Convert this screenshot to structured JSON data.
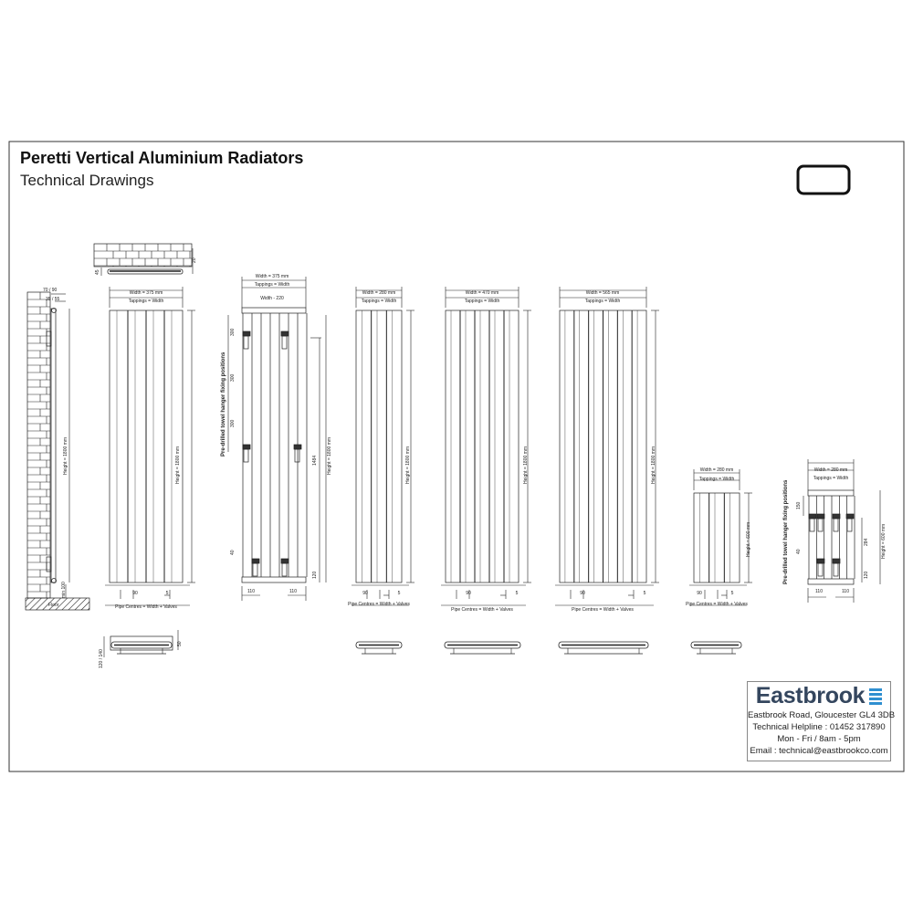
{
  "header": {
    "title": "Peretti Vertical Aluminium Radiators",
    "subtitle": "Technical Drawings"
  },
  "labels": {
    "width_375": "Width = 375 mm",
    "width_280": "Width = 280 mm",
    "width_470": "Width = 470 mm",
    "width_565": "Width = 565 mm",
    "tappings": "Tappings = Width",
    "height_1800": "Height = 1800 mm",
    "height_600": "Height = 600 mm",
    "pipe_centres": "Pipe Centres = Width + Valves",
    "d90": "90",
    "d5": "5",
    "d110": "110",
    "d300": "300",
    "d1484": "1484",
    "d120": "120",
    "d40": "40",
    "d150": "150",
    "d284": "284",
    "width_minus": "Width - 220",
    "towel_fixing": "Pre-drilled towel hanger fixing positions",
    "d70_90": "70 / 90",
    "d35_55": "35 / 55",
    "floor": "Floor",
    "min100": "min 100",
    "d20": "20",
    "d45": "45",
    "d120_140": "120 / 140",
    "d50": "50"
  },
  "contact": {
    "brand": "Eastbrook",
    "address": "Eastbrook Road, Gloucester GL4 3DB",
    "helpline": "Technical Helpline : 01452 317890",
    "hours": "Mon - Fri / 8am - 5pm",
    "email": "Email : technical@eastbrookco.com"
  },
  "colors": {
    "line": "#222222",
    "brand_text": "#34465e",
    "brand_waves": "#2f8fd0"
  }
}
